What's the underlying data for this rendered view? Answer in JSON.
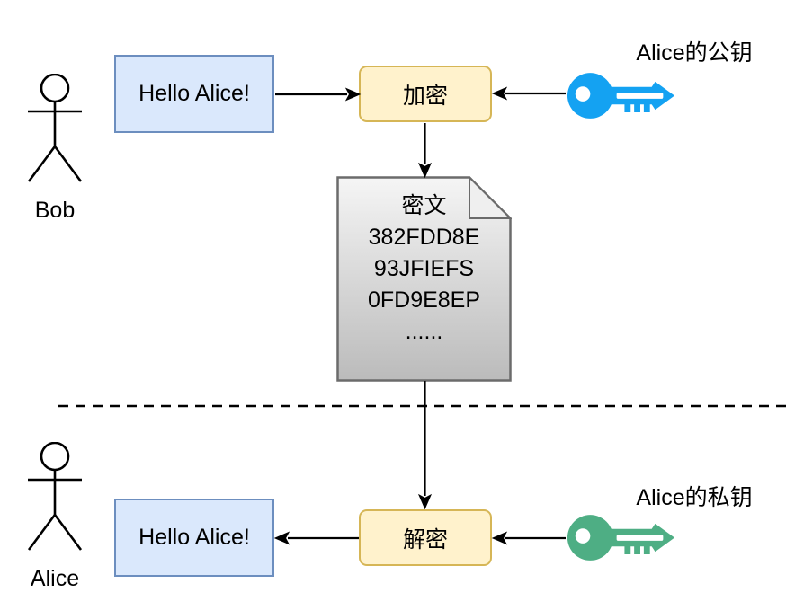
{
  "palette": {
    "message_box_fill": "#DAE8FC",
    "message_box_border": "#6C8EBF",
    "process_box_fill": "#FFF2CC",
    "process_box_border": "#D6B656",
    "document_fill_top": "#F5F5F5",
    "document_fill_bottom": "#BBBBBB",
    "document_border": "#6B6B6B",
    "connector_color": "#000000",
    "public_key_color": "#14A2F2",
    "private_key_color": "#4EAE84"
  },
  "sender": {
    "name": "Bob",
    "message": "Hello Alice!"
  },
  "receiver": {
    "name": "Alice",
    "message": "Hello Alice!"
  },
  "encrypt": {
    "label": "加密"
  },
  "decrypt": {
    "label": "解密"
  },
  "public_key": {
    "label": "Alice的公钥"
  },
  "private_key": {
    "label": "Alice的私钥"
  },
  "ciphertext": {
    "title": "密文",
    "lines": [
      "382FDD8E",
      "93JFIEFS",
      "0FD9E8EP",
      "......"
    ]
  }
}
